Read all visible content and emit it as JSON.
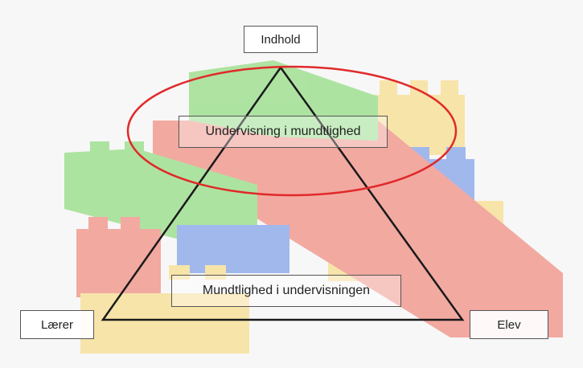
{
  "diagram": {
    "top_label": "Indhold",
    "left_label": "Lærer",
    "right_label": "Elev",
    "upper_center_label": "Undervisning i mundtlighed",
    "lower_center_label": "Mundtlighed i undervisningen"
  },
  "colors": {
    "ellipse": "#e02a2a",
    "triangle": "#1a1a1a",
    "brick_red": "#f19a8e",
    "brick_green": "#9fe08c",
    "brick_yellow": "#f9e08f",
    "brick_blue": "#8ea8ea"
  }
}
